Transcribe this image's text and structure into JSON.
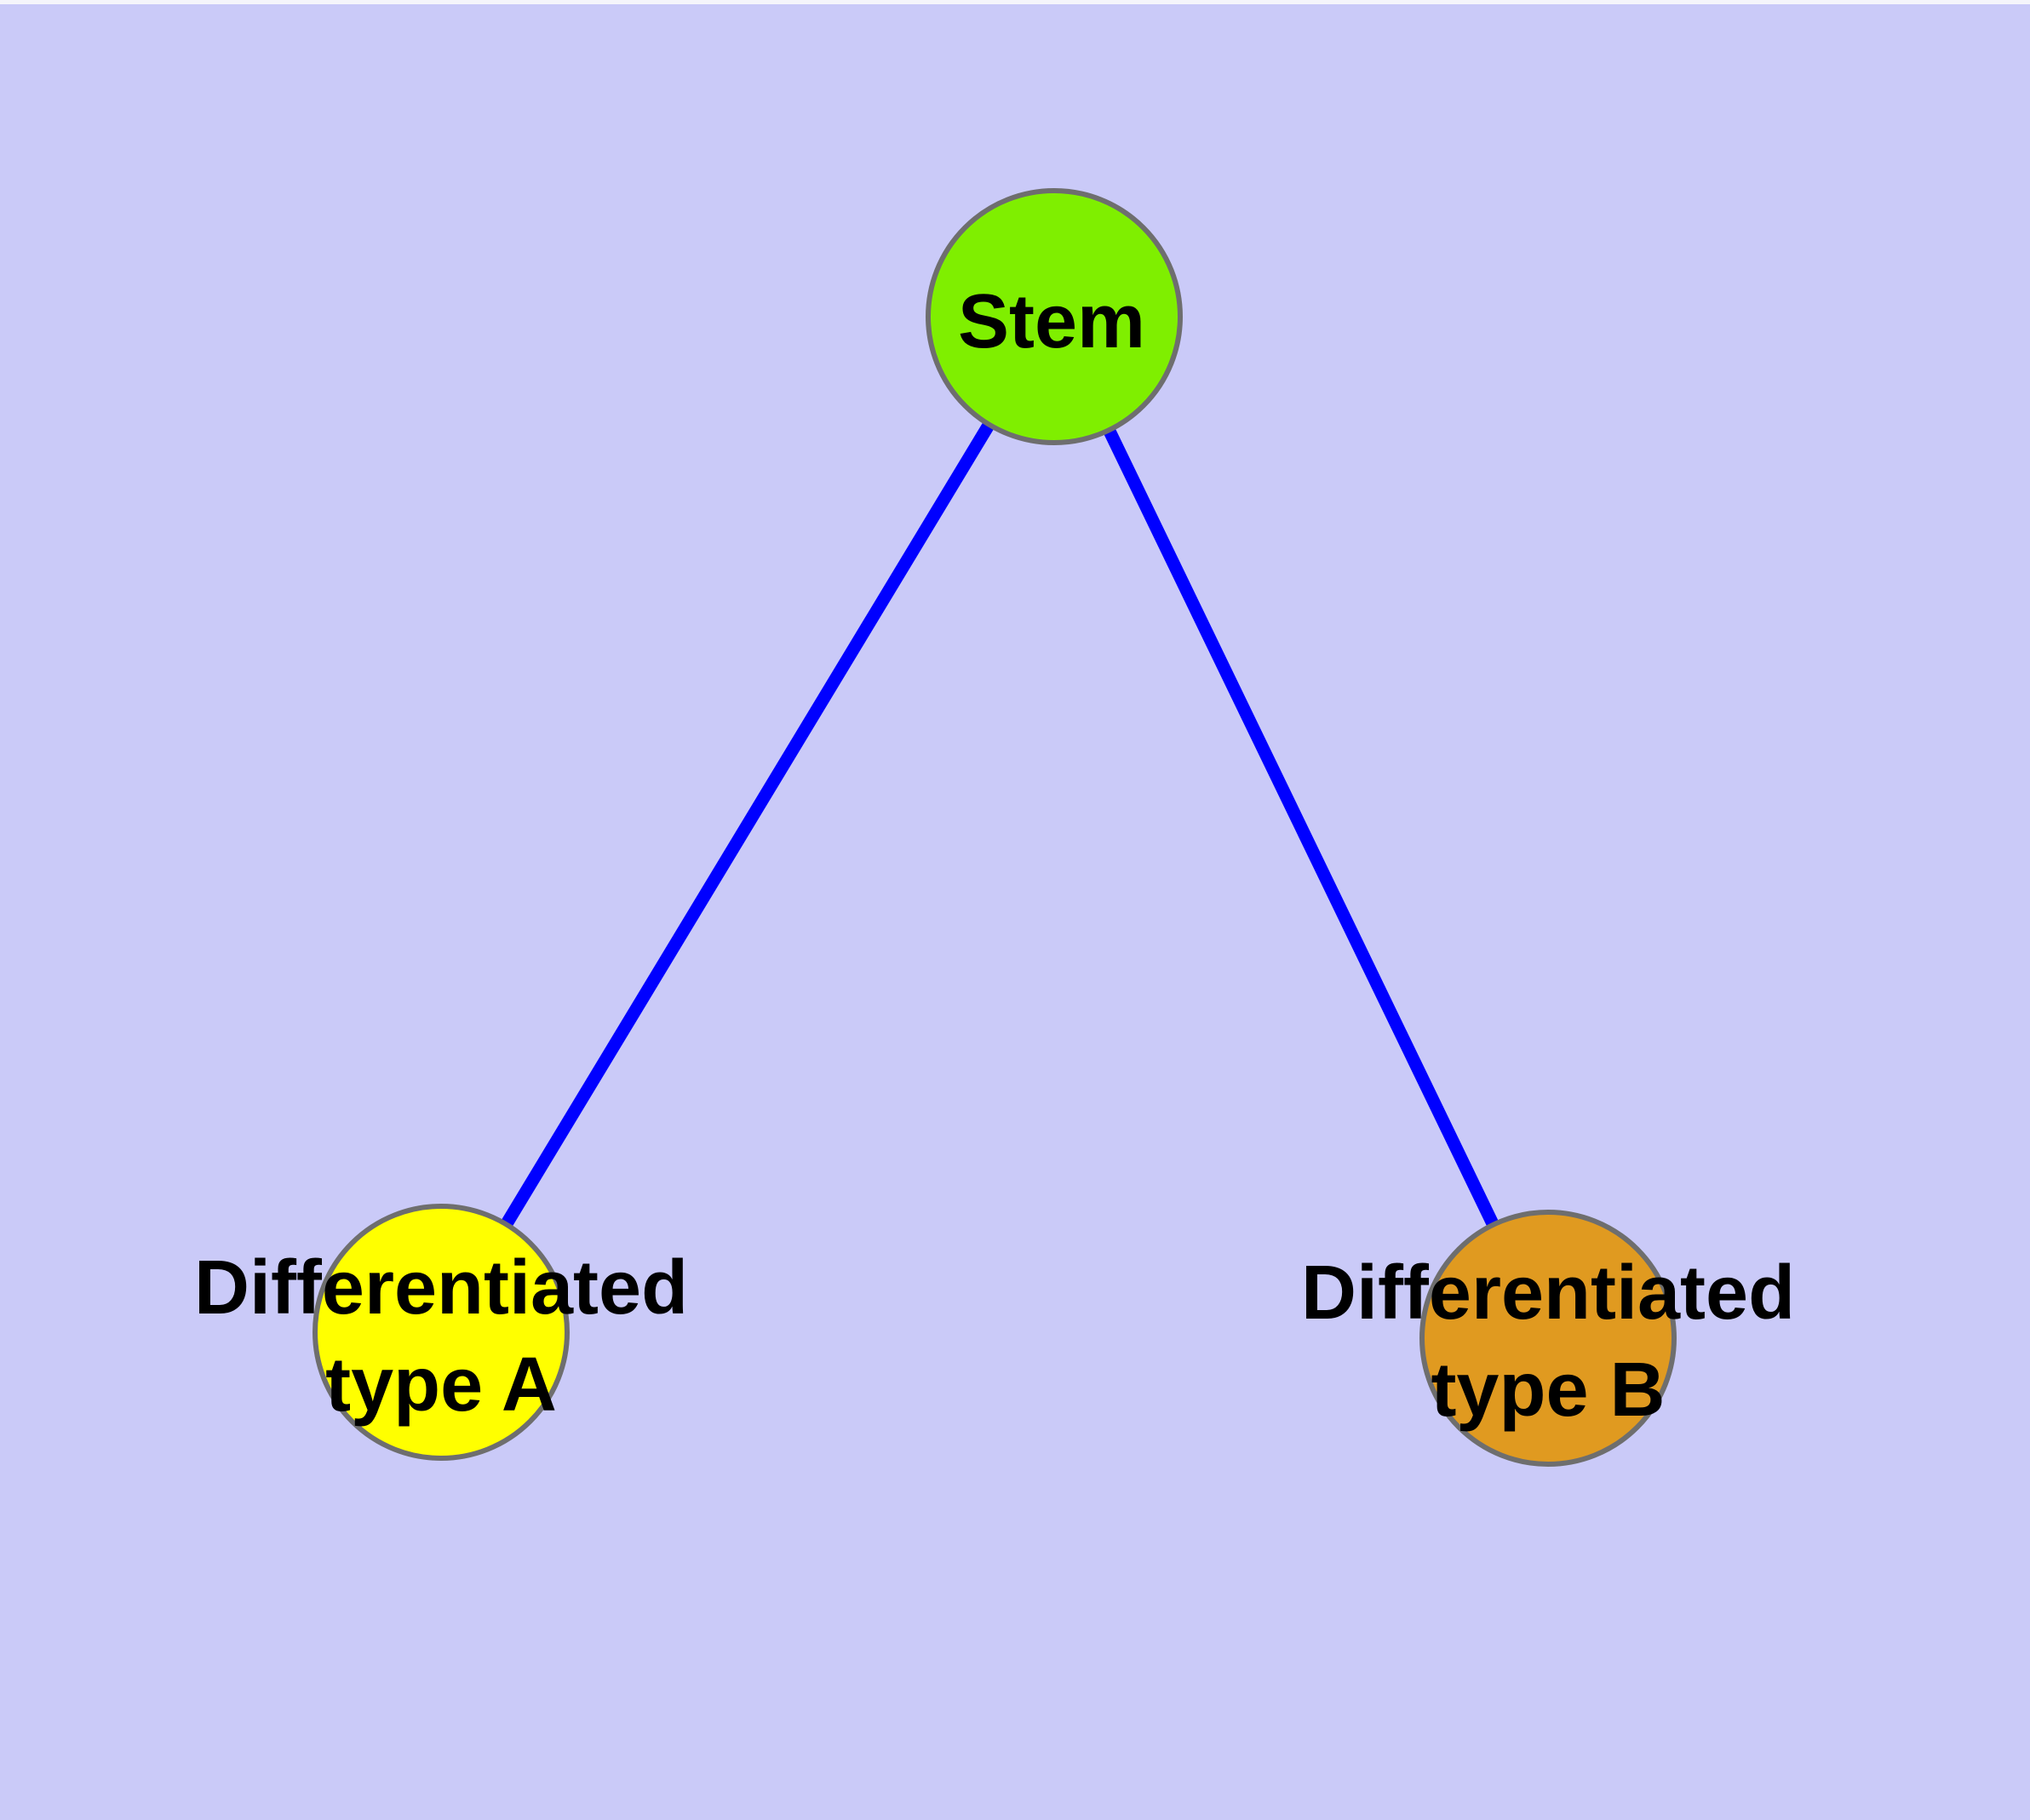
{
  "diagram": {
    "background_color": "#CACAF8",
    "edge_color": "#0000FF",
    "edge_width": 15,
    "node_border_color": "#6E6E6E",
    "nodes": [
      {
        "id": "stem",
        "label": "Stem",
        "label_line1": "Stem",
        "label_line2": "",
        "fill_color": "#7FEF00"
      },
      {
        "id": "differentiated-type-a",
        "label": "Differentiated type A",
        "label_line1": "Differentiated",
        "label_line2": "type A",
        "fill_color": "#FFFF00"
      },
      {
        "id": "differentiated-type-b",
        "label": "Differentiated type B",
        "label_line1": "Differentiated",
        "label_line2": "type B",
        "fill_color": "#E09A20"
      }
    ],
    "edges": [
      {
        "from": "stem",
        "to": "differentiated-type-a"
      },
      {
        "from": "stem",
        "to": "differentiated-type-b"
      }
    ]
  }
}
